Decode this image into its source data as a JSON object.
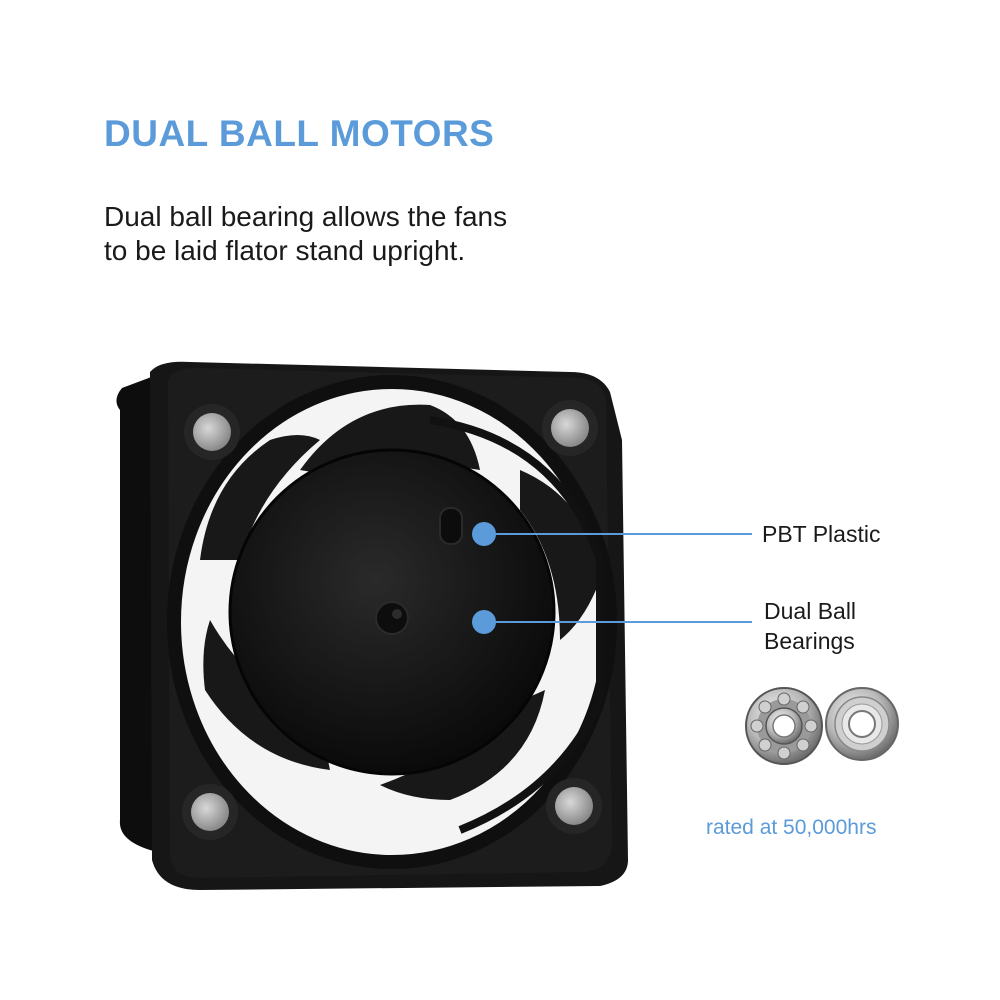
{
  "header": {
    "title": "DUAL BALL MOTORS",
    "description_lines": [
      "Dual ball bearing allows the fans",
      "to be laid flator stand upright."
    ]
  },
  "callouts": {
    "pbt_plastic": "PBT Plastic",
    "dual_ball_lines": [
      "Dual Ball",
      "Bearings"
    ]
  },
  "rating": "rated at 50,000hrs",
  "colors": {
    "accent": "#5b9bd9",
    "fan_body": "#141414",
    "text": "#1a1a1a"
  }
}
